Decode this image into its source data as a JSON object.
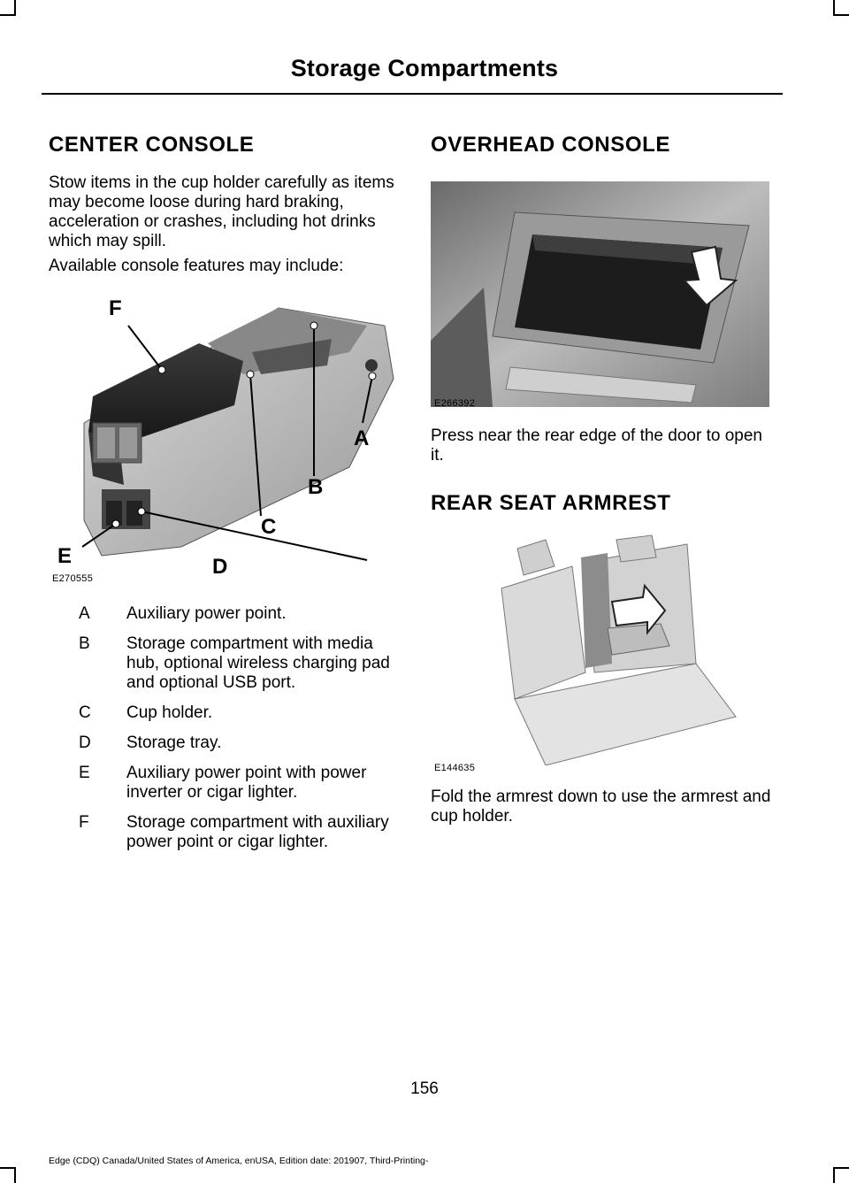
{
  "header": {
    "title": "Storage Compartments"
  },
  "center_console": {
    "heading": "CENTER CONSOLE",
    "intro": "Stow items in the cup holder carefully as items may become loose during hard braking, acceleration or crashes, including hot drinks which may spill.",
    "lead_in": "Available console features may include:",
    "figure_code": "E270555",
    "callouts": {
      "a": "A",
      "b": "B",
      "c": "C",
      "d": "D",
      "e": "E",
      "f": "F"
    },
    "items": [
      {
        "key": "A",
        "text": "Auxiliary power point."
      },
      {
        "key": "B",
        "text": "Storage compartment with media hub, optional wireless charging pad and optional USB port."
      },
      {
        "key": "C",
        "text": "Cup holder."
      },
      {
        "key": "D",
        "text": "Storage tray."
      },
      {
        "key": "E",
        "text": "Auxiliary power point with power inverter or cigar lighter."
      },
      {
        "key": "F",
        "text": "Storage compartment with auxiliary power point or cigar lighter."
      }
    ]
  },
  "overhead_console": {
    "heading": "OVERHEAD CONSOLE",
    "figure_code": "E266392",
    "text": "Press near the rear edge of the door to open it."
  },
  "rear_seat_armrest": {
    "heading": "REAR SEAT ARMREST",
    "figure_code": "E144635",
    "text": "Fold the armrest down to use the armrest and cup holder."
  },
  "page_number": "156",
  "footer": "Edge (CDQ) Canada/United States of America, enUSA, Edition date: 201907, Third-Printing-"
}
